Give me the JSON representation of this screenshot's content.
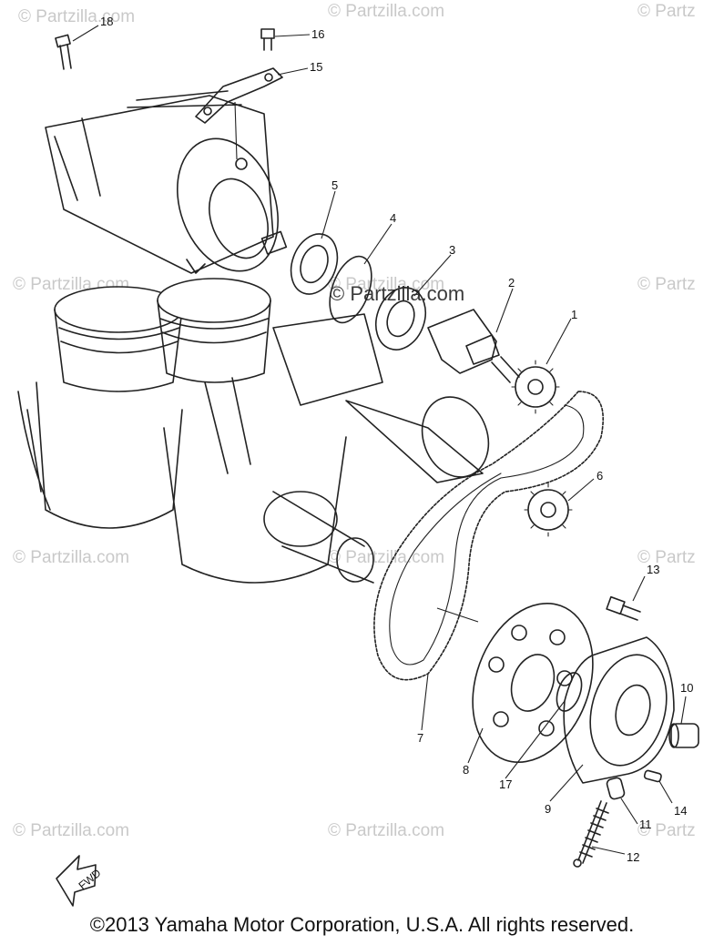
{
  "watermarks": [
    {
      "text": "© Partzilla.com"
    },
    {
      "text": "© Partzilla.com"
    },
    {
      "text": "© Partz"
    },
    {
      "text": "© Partzilla.com"
    },
    {
      "text": "© Partzilla.com"
    },
    {
      "text": "© Partz"
    },
    {
      "text": "© Partzilla.com"
    },
    {
      "text": "© Partzilla.com"
    },
    {
      "text": "© Partz"
    },
    {
      "text": "© Partzilla.com"
    },
    {
      "text": "© Partzilla.com"
    },
    {
      "text": "© Partz"
    }
  ],
  "center_watermark": "© Partzilla.com",
  "callouts": [
    "1",
    "2",
    "3",
    "4",
    "5",
    "6",
    "7",
    "8",
    "9",
    "10",
    "11",
    "12",
    "13",
    "14",
    "15",
    "16",
    "17",
    "18"
  ],
  "fwd_label": "FWD",
  "copyright": "©2013 Yamaha Motor Corporation, U.S.A. All rights reserved."
}
